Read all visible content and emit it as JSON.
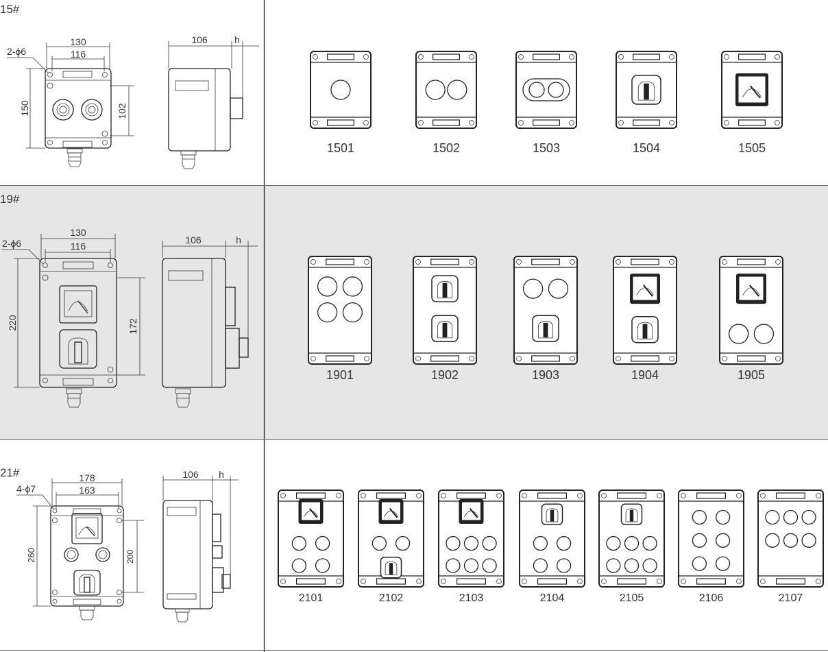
{
  "rows": [
    {
      "id": "15",
      "series_label": "15#",
      "hole_label": "2-ϕ6",
      "dim_outer_width": "130",
      "dim_inner_width": "116",
      "dim_height": "150",
      "dim_mount_height": "102",
      "dim_depth": "106",
      "dim_h": "h",
      "models": [
        "1501",
        "1502",
        "1503",
        "1504",
        "1505"
      ]
    },
    {
      "id": "19",
      "series_label": "19#",
      "hole_label": "2-ϕ6",
      "dim_outer_width": "130",
      "dim_inner_width": "116",
      "dim_height": "220",
      "dim_mount_height": "172",
      "dim_depth": "106",
      "dim_h": "h",
      "models": [
        "1901",
        "1902",
        "1903",
        "1904",
        "1905"
      ]
    },
    {
      "id": "21",
      "series_label": "21#",
      "hole_label": "4-ϕ7",
      "dim_outer_width": "178",
      "dim_inner_width": "163",
      "dim_height": "260",
      "dim_mount_height": "200",
      "dim_depth": "106",
      "dim_h": "h",
      "models": [
        "2101",
        "2102",
        "2103",
        "2104",
        "2105",
        "2106",
        "2107"
      ]
    }
  ]
}
